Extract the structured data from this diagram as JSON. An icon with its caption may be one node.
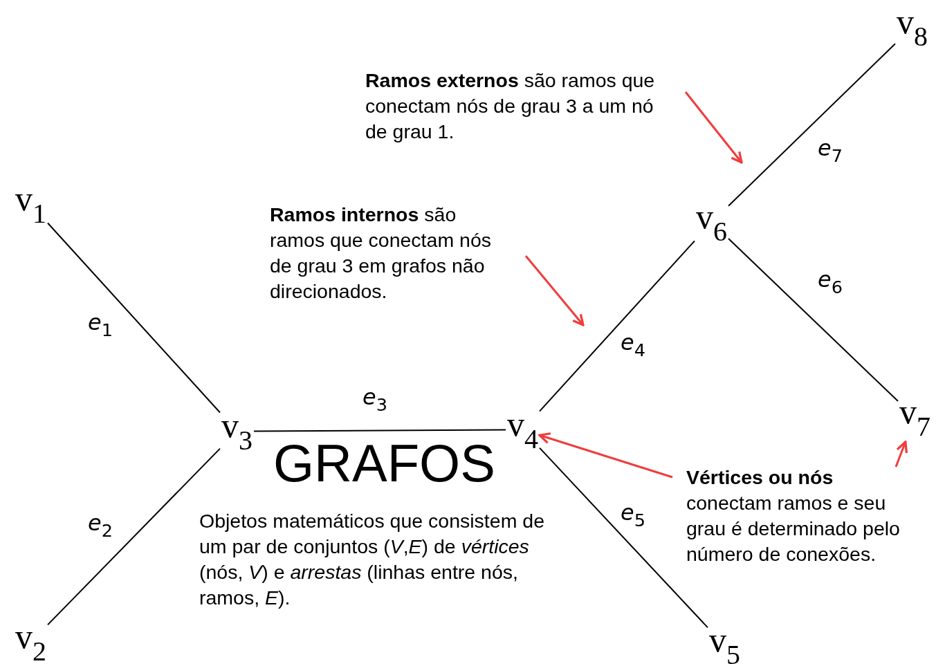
{
  "diagram": {
    "nodes": [
      {
        "text": [
          "v$_{1}$"
        ]
      },
      {
        "text": [
          "v$_{2}$"
        ]
      },
      {
        "text": [
          "v$_{3}$"
        ]
      },
      {
        "text": [
          "v$_{4}$"
        ]
      },
      {
        "text": [
          "v$_{5}$"
        ]
      },
      {
        "text": [
          "v$_{6}$"
        ]
      },
      {
        "text": [
          "v$_{7}$"
        ]
      },
      {
        "text": [
          "v$_{8}$"
        ]
      },
      {
        "text": [
          "**Ramos externos** são ramos que conectam nós de grau 3 a um nó de grau 1."
        ]
      },
      {
        "text": [
          "**Ramos internos** são ramos que conectam nós de grau 3 em grafos não direcionados."
        ]
      },
      {
        "text": [
          "Vértices ou nós",
          "conectam ramos e seu grau é determinado pelo número de conexões."
        ]
      }
    ],
    "edges": [
      {
        "from": 0,
        "to": 2,
        "arrow": "none",
        "label": "e$_{1}$"
      },
      {
        "from": 1,
        "to": 2,
        "arrow": "none",
        "label": "e$_{2}$"
      },
      {
        "from": 2,
        "to": 3,
        "arrow": "none",
        "label": "e$_{3}$"
      },
      {
        "from": 3,
        "to": 5,
        "arrow": "none",
        "label": "e$_{4}$"
      },
      {
        "from": 3,
        "to": 4,
        "arrow": "none",
        "label": "e$_{5}$"
      },
      {
        "from": 5,
        "to": 6,
        "arrow": "none",
        "label": "e$_{6}$"
      },
      {
        "from": 5,
        "to": 7,
        "arrow": "none",
        "label": "e$_{7}$"
      },
      {
        "from": 8,
        "to": null,
        "arrow": "to",
        "color": "#f03c3c"
      },
      {
        "from": 9,
        "to": null,
        "arrow": "to",
        "color": "#f03c3c"
      },
      {
        "from": 10,
        "to": 3,
        "arrow": "to",
        "color": "#f03c3c"
      },
      {
        "from": 10,
        "to": 6,
        "arrow": "to",
        "color": "#f03c3c"
      }
    ],
    "labels": [
      "GRAFOS",
      "Objetos matemáticos que consistem de um par de conjuntos (*V*,*E*) de *vértices* (nós, *V*) e *arrestas* (linhas entre nós, ramos, *E*)."
    ]
  }
}
